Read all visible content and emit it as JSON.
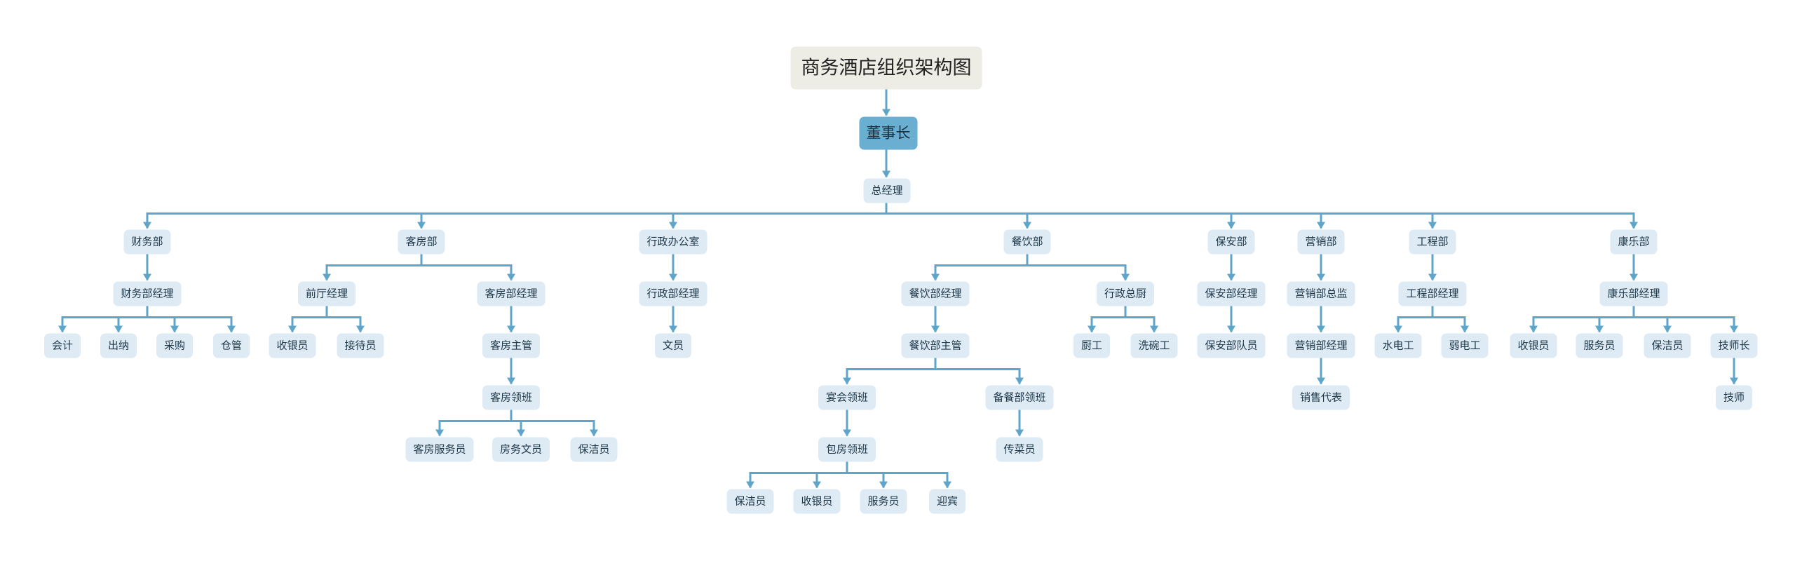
{
  "diagram": {
    "title": "商务酒店组织架构图",
    "colors": {
      "connector": "#5fa5c9",
      "node_fill": "#deebf4",
      "root_fill": "#6aaed2",
      "title_fill": "#eeede5",
      "text": "#1c3647"
    },
    "root": "董事长",
    "general_manager": "总经理",
    "departments": [
      {
        "label": "财务部",
        "children": [
          {
            "label": "财务部经理",
            "children": [
              {
                "label": "会计"
              },
              {
                "label": "出纳"
              },
              {
                "label": "采购"
              },
              {
                "label": "仓管"
              }
            ]
          }
        ]
      },
      {
        "label": "客房部",
        "children": [
          {
            "label": "前厅经理",
            "children": [
              {
                "label": "收银员"
              },
              {
                "label": "接待员"
              }
            ]
          },
          {
            "label": "客房部经理",
            "children": [
              {
                "label": "客房主管",
                "children": [
                  {
                    "label": "客房领班",
                    "children": [
                      {
                        "label": "客房服务员"
                      },
                      {
                        "label": "房务文员"
                      },
                      {
                        "label": "保洁员"
                      }
                    ]
                  }
                ]
              }
            ]
          }
        ]
      },
      {
        "label": "行政办公室",
        "children": [
          {
            "label": "行政部经理",
            "children": [
              {
                "label": "文员"
              }
            ]
          }
        ]
      },
      {
        "label": "餐饮部",
        "children": [
          {
            "label": "餐饮部经理",
            "children": [
              {
                "label": "餐饮部主管",
                "children": [
                  {
                    "label": "宴会领班",
                    "children": [
                      {
                        "label": "包房领班",
                        "children": [
                          {
                            "label": "保洁员"
                          },
                          {
                            "label": "收银员"
                          },
                          {
                            "label": "服务员"
                          },
                          {
                            "label": "迎宾"
                          }
                        ]
                      }
                    ]
                  },
                  {
                    "label": "备餐部领班",
                    "children": [
                      {
                        "label": "传菜员"
                      }
                    ]
                  }
                ]
              }
            ]
          },
          {
            "label": "行政总厨",
            "children": [
              {
                "label": "厨工"
              },
              {
                "label": "洗碗工"
              }
            ]
          }
        ]
      },
      {
        "label": "保安部",
        "children": [
          {
            "label": "保安部经理",
            "children": [
              {
                "label": "保安部队员"
              }
            ]
          }
        ]
      },
      {
        "label": "营销部",
        "children": [
          {
            "label": "营销部总监",
            "children": [
              {
                "label": "营销部经理",
                "children": [
                  {
                    "label": "销售代表"
                  }
                ]
              }
            ]
          }
        ]
      },
      {
        "label": "工程部",
        "children": [
          {
            "label": "工程部经理",
            "children": [
              {
                "label": "水电工"
              },
              {
                "label": "弱电工"
              }
            ]
          }
        ]
      },
      {
        "label": "康乐部",
        "children": [
          {
            "label": "康乐部经理",
            "children": [
              {
                "label": "收银员"
              },
              {
                "label": "服务员"
              },
              {
                "label": "保洁员"
              },
              {
                "label": "技师长",
                "children": [
                  {
                    "label": "技师"
                  }
                ]
              }
            ]
          }
        ]
      }
    ]
  }
}
